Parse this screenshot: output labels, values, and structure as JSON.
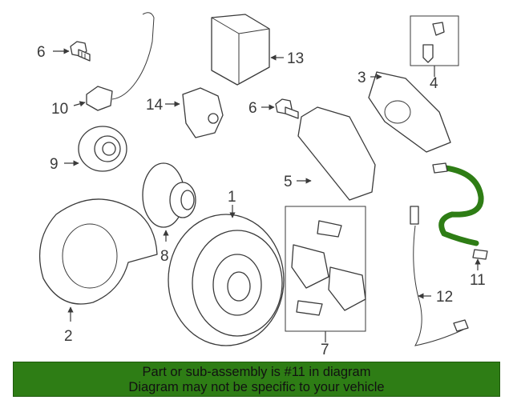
{
  "callouts": [
    "1",
    "2",
    "3",
    "4",
    "5",
    "6",
    "6",
    "7",
    "8",
    "9",
    "10",
    "11",
    "12",
    "13",
    "14"
  ],
  "highlight_color": "#2e7d15",
  "banner": {
    "line1": "Part or sub-assembly is #11 in diagram",
    "line2": "Diagram may not be specific to your vehicle"
  }
}
